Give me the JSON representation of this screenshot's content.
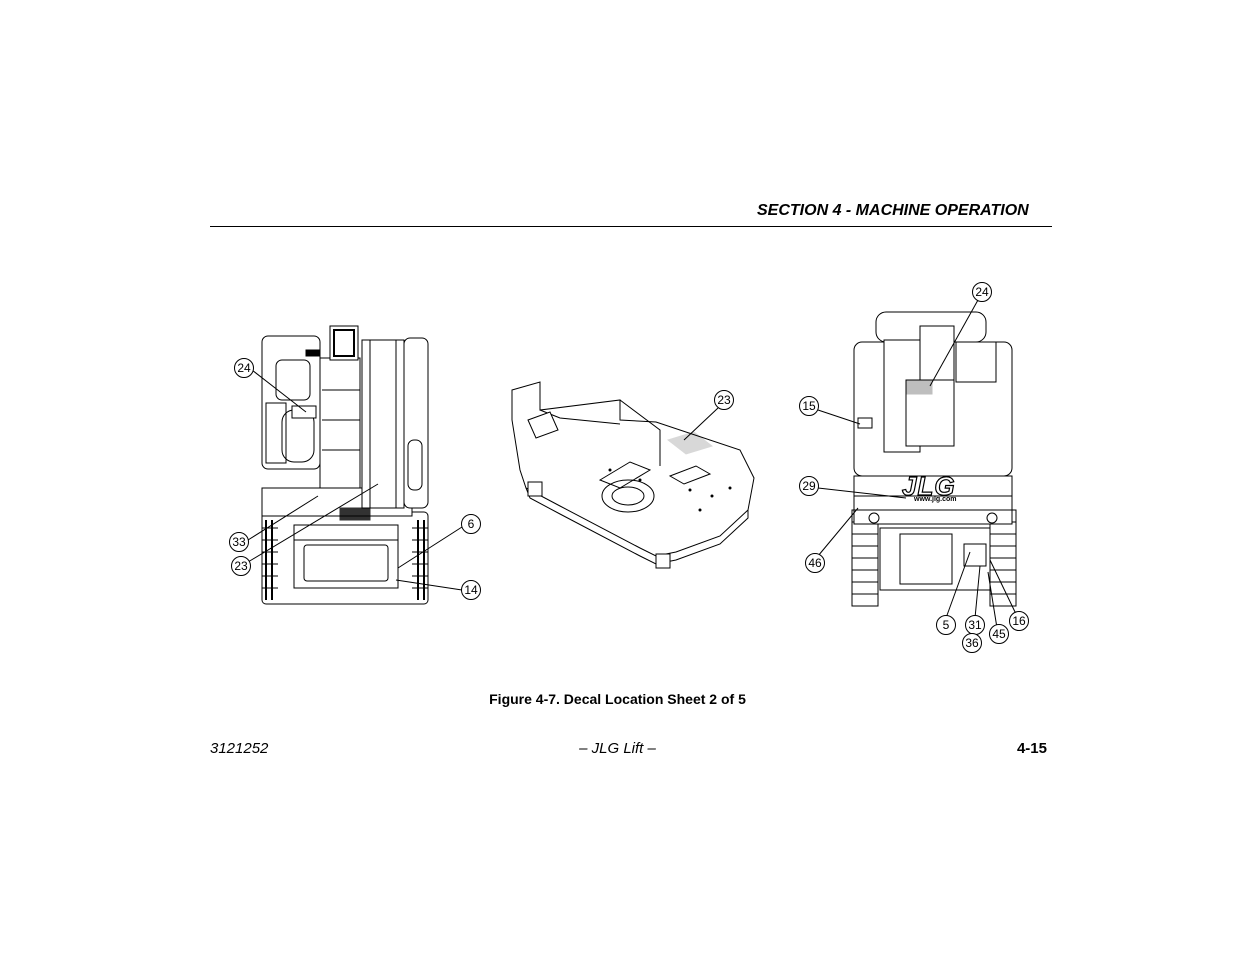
{
  "header": {
    "section_title": "SECTION 4 - MACHINE OPERATION"
  },
  "figure": {
    "caption": "Figure 4-7. Decal Location Sheet 2 of 5",
    "logo_text": "JLG",
    "logo_url": "www.jlg.com",
    "callouts": {
      "left_24": "24",
      "left_33": "33",
      "left_23": "23",
      "left_6": "6",
      "left_14": "14",
      "center_23": "23",
      "right_24": "24",
      "right_15": "15",
      "right_29": "29",
      "right_46": "46",
      "right_5": "5",
      "right_31": "31",
      "right_36": "36",
      "right_45": "45",
      "right_16": "16"
    }
  },
  "footer": {
    "doc_number": "3121252",
    "center_text": "– JLG Lift –",
    "page_number": "4-15"
  }
}
